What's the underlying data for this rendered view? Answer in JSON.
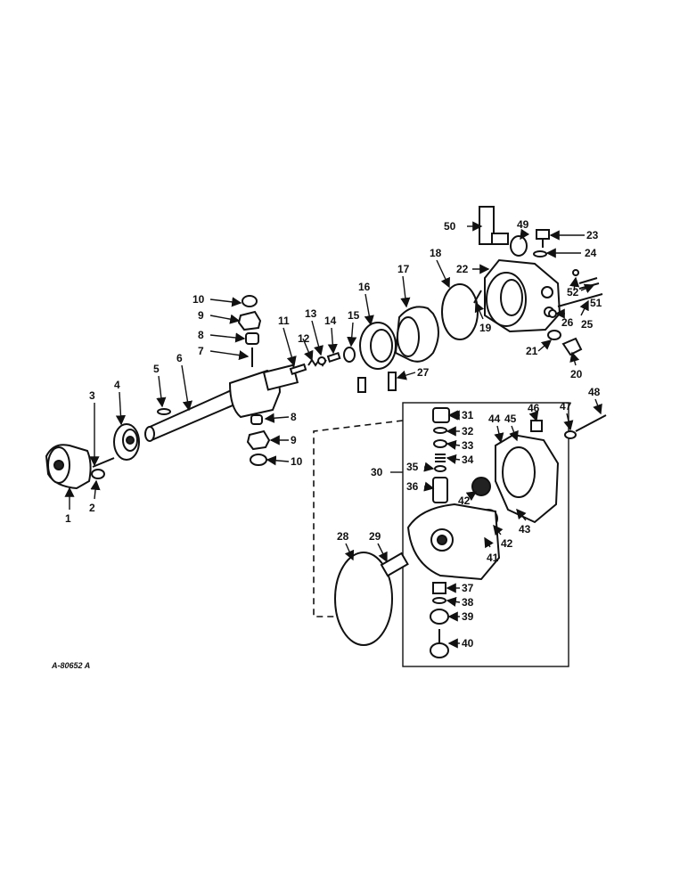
{
  "diagram": {
    "reference_code": "A-80652 A",
    "callouts": [
      "1",
      "2",
      "3",
      "4",
      "5",
      "6",
      "7",
      "8",
      "9",
      "10",
      "11",
      "12",
      "13",
      "14",
      "15",
      "16",
      "17",
      "18",
      "19",
      "20",
      "21",
      "22",
      "23",
      "24",
      "25",
      "26",
      "27",
      "28",
      "29",
      "30",
      "31",
      "32",
      "33",
      "34",
      "35",
      "36",
      "37",
      "38",
      "39",
      "40",
      "41",
      "42",
      "43",
      "44",
      "45",
      "46",
      "47",
      "48",
      "49",
      "50",
      "51",
      "52"
    ],
    "callouts_repeated": {
      "8b": "8",
      "9b": "9",
      "10b": "10",
      "42b": "42"
    }
  }
}
